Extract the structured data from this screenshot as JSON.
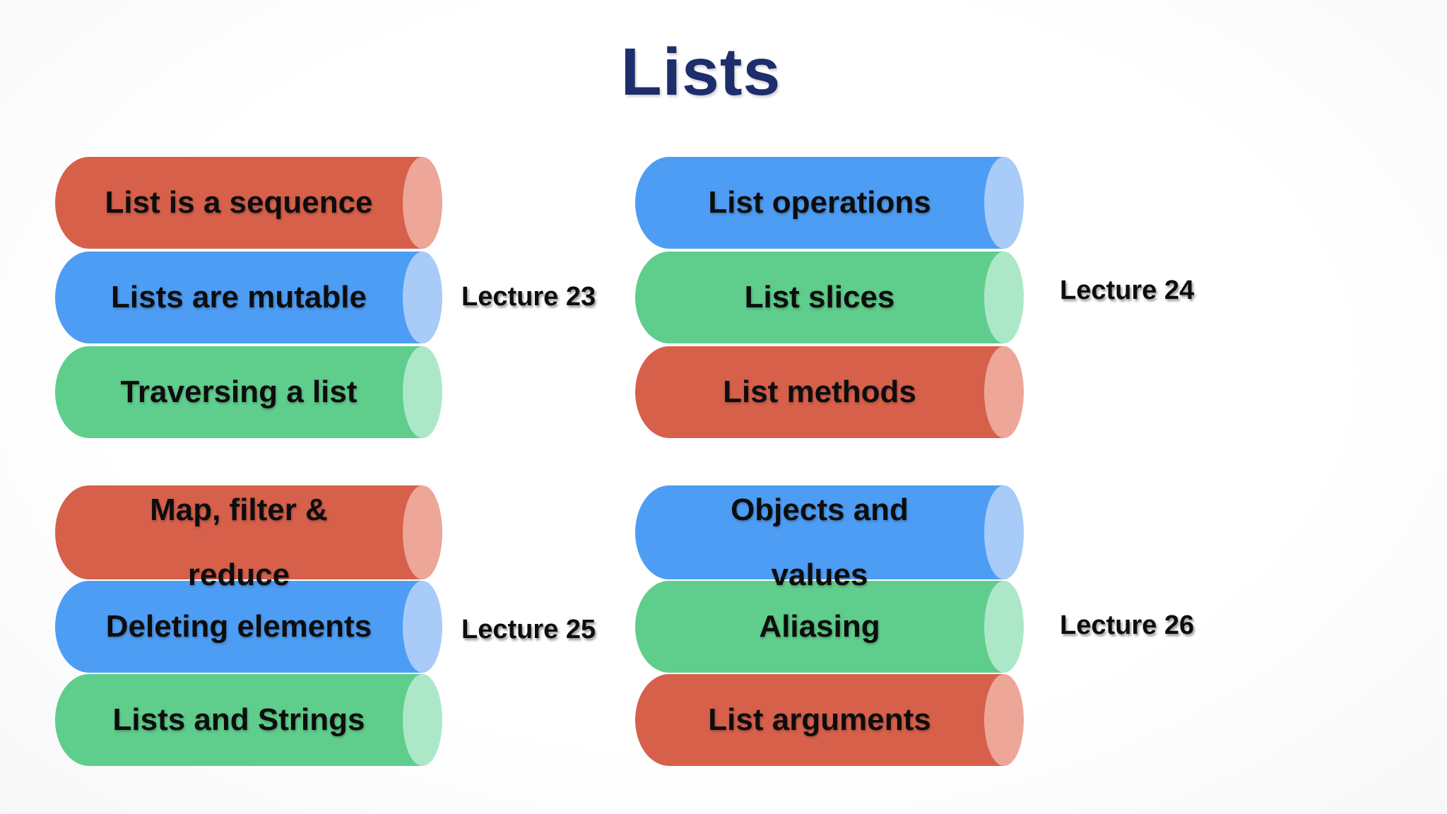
{
  "slide": {
    "title": "Lists"
  },
  "colors": {
    "title_text": "#1e2d6b",
    "label_text": "#0d0d0d",
    "red_body": "#d7604b",
    "red_cap": "#eda697",
    "blue_body": "#4d9df4",
    "blue_cap": "#a8cbf8",
    "green_body": "#5fcd8c",
    "green_cap": "#ace8c8"
  },
  "groups": [
    {
      "lecture": "Lecture 23",
      "items": [
        {
          "color": "red",
          "lines": [
            "List is a sequence"
          ]
        },
        {
          "color": "blue",
          "lines": [
            "Lists are mutable"
          ]
        },
        {
          "color": "green",
          "lines": [
            "Traversing a list"
          ]
        }
      ]
    },
    {
      "lecture": "Lecture 24",
      "items": [
        {
          "color": "blue",
          "lines": [
            "List operations"
          ]
        },
        {
          "color": "green",
          "lines": [
            "List slices"
          ]
        },
        {
          "color": "red",
          "lines": [
            "List methods"
          ]
        }
      ]
    },
    {
      "lecture": "Lecture 25",
      "items": [
        {
          "color": "red",
          "lines": [
            "Map, filter &",
            "reduce"
          ]
        },
        {
          "color": "blue",
          "lines": [
            "Deleting elements"
          ]
        },
        {
          "color": "green",
          "lines": [
            "Lists and Strings"
          ]
        }
      ]
    },
    {
      "lecture": "Lecture 26",
      "items": [
        {
          "color": "blue",
          "lines": [
            "Objects and",
            "values"
          ]
        },
        {
          "color": "green",
          "lines": [
            "Aliasing"
          ]
        },
        {
          "color": "red",
          "lines": [
            "List arguments"
          ]
        }
      ]
    }
  ]
}
